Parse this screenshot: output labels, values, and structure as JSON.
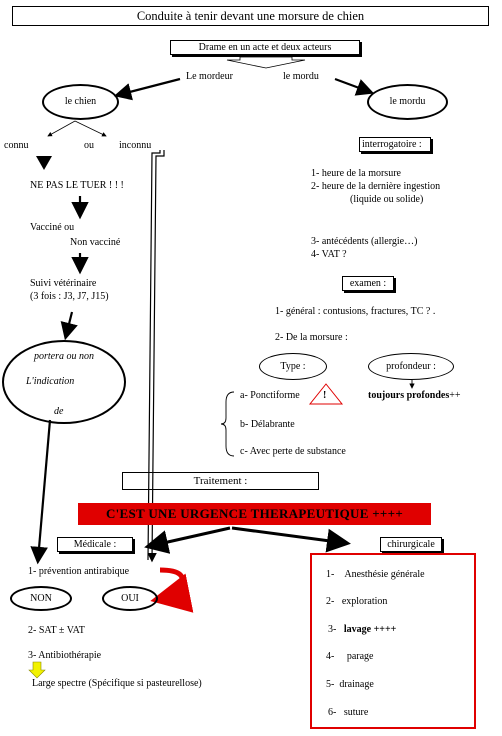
{
  "title": "Conduite à tenir devant une morsure de chien",
  "drame": "Drame en un acte et deux acteurs",
  "le_mordeur": "Le mordeur",
  "le_mordu": "le mordu",
  "ellipse_chien": "le chien",
  "ellipse_mordu": "le mordu",
  "connu": "connu",
  "ou": "ou",
  "inconnu": "inconnu",
  "ne_pas_tuer": "NE PAS LE TUER ! ! !",
  "vaccine_ou": "Vacciné ou",
  "non_vaccine": "Non vacciné",
  "suivi": "Suivi vétérinaire",
  "suivi_fois": "(3 fois : J3, J7, J15)",
  "portera_1": "portera ou non",
  "portera_2": "L'indication",
  "portera_3": "de",
  "interrogatoire": "interrogatoire :",
  "interro_1": "1- heure de la morsure",
  "interro_2": "2- heure de la dernière ingestion",
  "interro_2b": "(liquide ou solide)",
  "interro_3": "3- antécédents (allergie…)",
  "interro_4": "4- VAT ?",
  "examen": "examen :",
  "examen_1": "1- général : contusions, fractures, TC ? .",
  "examen_2": "2- De la morsure :",
  "type": "Type :",
  "profondeur": "profondeur :",
  "type_a": "a- Ponctiforme",
  "warn": "!",
  "type_b": "b- Délabrante",
  "type_c": "c- Avec perte de substance",
  "profond": "toujours profondes",
  "profond_plus": "++",
  "traitement": "Traitement :",
  "urgence": "C'EST UNE URGENCE THERAPEUTIQUE ++++",
  "medicale": "Médicale :",
  "chirurgicale": "chirurgicale",
  "med_1": "1- prévention antirabique",
  "non": "NON",
  "oui": "OUI",
  "med_2": "2- SAT ± VAT",
  "med_3": "3- Antibiothérapie",
  "med_3b": "Large spectre (Spécifique si pasteurellose)",
  "chir": [
    {
      "num": "1-",
      "label": "Anesthésie générale",
      "extra": ""
    },
    {
      "num": "2-",
      "label": "exploration",
      "extra": ""
    },
    {
      "num": "3-",
      "label": "lavage",
      "extra": " ++++"
    },
    {
      "num": "4-",
      "label": "parage",
      "extra": ""
    },
    {
      "num": "5-",
      "label": "drainage",
      "extra": ""
    },
    {
      "num": "6-",
      "label": "suture",
      "extra": ""
    }
  ],
  "colors": {
    "red": "#e00000",
    "yellow": "#f2f200",
    "text": "#000000"
  }
}
